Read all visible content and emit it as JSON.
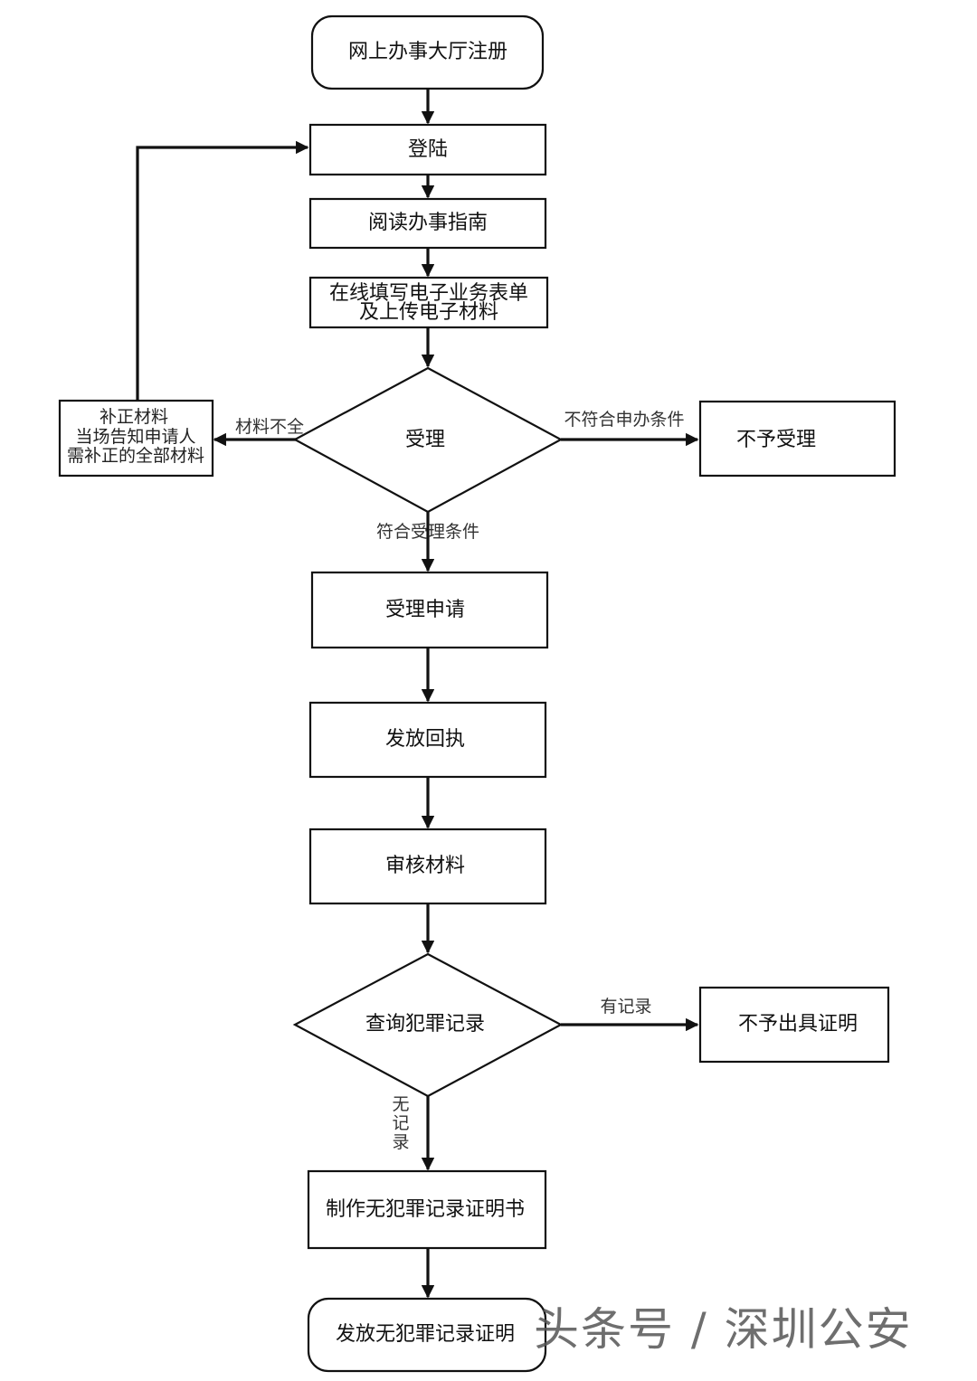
{
  "nodes": {
    "register": "网上办事大厅注册",
    "login": "登陆",
    "read_guide": "阅读办事指南",
    "fill_form_line1": "在线填写电子业务表单",
    "fill_form_line2": "及上传电子材料",
    "accept": "受理",
    "supplement_line1": "补正材料",
    "supplement_line2": "当场告知申请人",
    "supplement_line3": "需补正的全部材料",
    "reject": "不予受理",
    "accept_application": "受理申请",
    "issue_receipt": "发放回执",
    "review": "审核材料",
    "query_record": "查询犯罪记录",
    "no_certificate": "不予出具证明",
    "make_certificate": "制作无犯罪记录证明书",
    "issue_certificate": "发放无犯罪记录证明"
  },
  "edges": {
    "incomplete": "材料不全",
    "not_qualified": "不符合申办条件",
    "qualified": "符合受理条件",
    "has_record": "有记录",
    "no_record_1": "无",
    "no_record_2": "记",
    "no_record_3": "录"
  },
  "watermark": "头条号 / 深圳公安"
}
